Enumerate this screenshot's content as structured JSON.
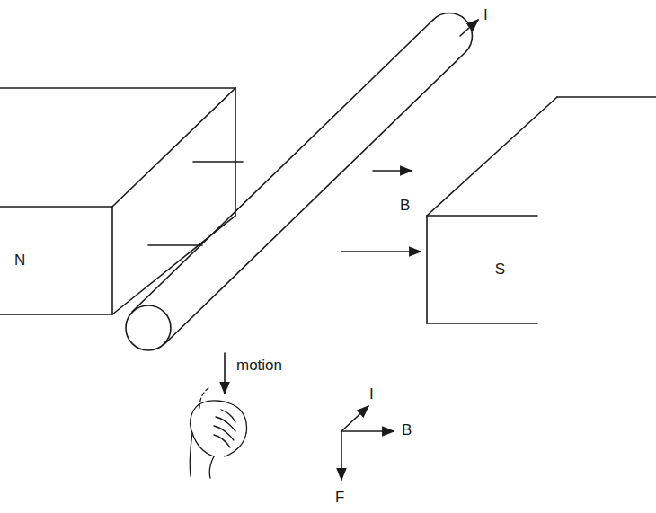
{
  "diagram": {
    "nodes": [
      {
        "text": [
          "N"
        ]
      },
      {
        "text": [
          "S"
        ]
      }
    ],
    "edges": [],
    "labels": [
      "I",
      "B",
      "motion",
      "I",
      "B",
      "F"
    ]
  }
}
